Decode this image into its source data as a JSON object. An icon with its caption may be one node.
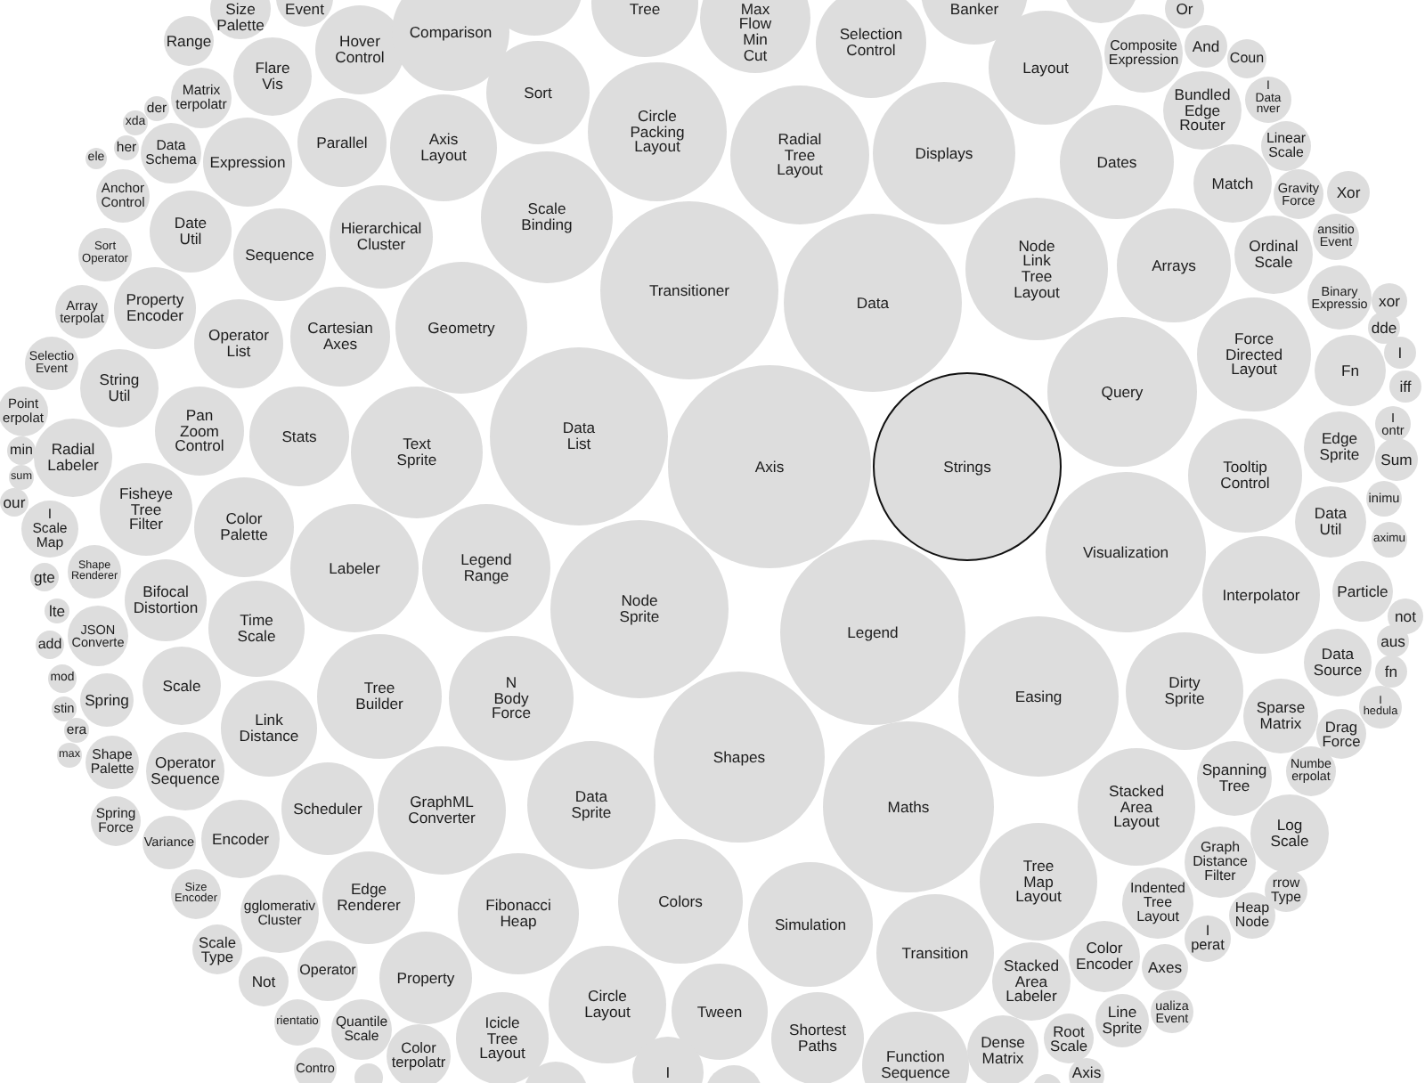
{
  "diagram": {
    "nodes": [
      {
        "text": [
          "Size Palette"
        ]
      },
      {
        "text": [
          "Event"
        ]
      },
      {
        "text": [
          "Hover Control"
        ]
      },
      {
        "text": [
          "Comparison"
        ]
      },
      {
        "text": [],
        "shape": "circle"
      },
      {
        "text": [
          "Tree"
        ]
      },
      {
        "text": [
          "Max Flow Min Cut"
        ]
      },
      {
        "text": [
          "Selection Control"
        ]
      },
      {
        "text": [
          "Banker"
        ]
      },
      {
        "text": [],
        "shape": "circle"
      },
      {
        "text": [
          "Or"
        ]
      },
      {
        "text": [
          "Range"
        ]
      },
      {
        "text": [
          "Composite Expression"
        ]
      },
      {
        "text": [
          "And"
        ]
      },
      {
        "text": [
          "Coun"
        ]
      },
      {
        "text": [
          "Layout"
        ]
      },
      {
        "text": [
          "Flare Vis"
        ]
      },
      {
        "text": [
          "Sort"
        ]
      },
      {
        "text": [
          "Matrix terpolatr"
        ]
      },
      {
        "text": [
          "I Data nver"
        ]
      },
      {
        "text": [
          "der"
        ]
      },
      {
        "text": [
          "Bundled Edge Router"
        ]
      },
      {
        "text": [
          "xda"
        ]
      },
      {
        "text": [
          "Circle Packing Layout"
        ]
      },
      {
        "text": [
          "Parallel"
        ]
      },
      {
        "text": [
          "Axis Layout"
        ]
      },
      {
        "text": [
          "her"
        ]
      },
      {
        "text": [
          "Linear Scale"
        ]
      },
      {
        "text": [
          "ele"
        ]
      },
      {
        "text": [
          "Data Schema"
        ]
      },
      {
        "text": [
          "Displays"
        ]
      },
      {
        "text": [
          "Radial Tree Layout"
        ]
      },
      {
        "text": [
          "Expression"
        ]
      },
      {
        "text": [
          "Dates"
        ]
      },
      {
        "text": [
          "Match"
        ]
      },
      {
        "text": [
          "Xor"
        ]
      },
      {
        "text": [
          "Gravity Force"
        ]
      },
      {
        "text": [
          "Anchor Control"
        ]
      },
      {
        "text": [
          "Scale Binding"
        ]
      },
      {
        "text": [
          "Date Util"
        ]
      },
      {
        "text": [
          "Hierarchical Cluster"
        ]
      },
      {
        "text": [
          "ansitio Event"
        ]
      },
      {
        "text": [
          "Sort Operator"
        ]
      },
      {
        "text": [
          "Sequence"
        ]
      },
      {
        "text": [
          "Ordinal Scale"
        ]
      },
      {
        "text": [
          "Arrays"
        ]
      },
      {
        "text": [
          "Node Link Tree Layout"
        ]
      },
      {
        "text": [
          "Transitioner"
        ]
      },
      {
        "text": [
          "Binary Expressio"
        ]
      },
      {
        "text": [
          "xor"
        ]
      },
      {
        "text": [
          "Data"
        ]
      },
      {
        "text": [
          "Property Encoder"
        ]
      },
      {
        "text": [
          "Array terpolat"
        ]
      },
      {
        "text": [
          "Geometry"
        ]
      },
      {
        "text": [
          "dde"
        ]
      },
      {
        "text": [
          "Cartesian Axes"
        ]
      },
      {
        "text": [
          "Operator List"
        ]
      },
      {
        "text": [
          "I"
        ]
      },
      {
        "text": [
          "Force Directed Layout"
        ]
      },
      {
        "text": [
          "Selectio Event"
        ]
      },
      {
        "text": [
          "Fn"
        ]
      },
      {
        "text": [
          "iff"
        ]
      },
      {
        "text": [
          "String Util"
        ]
      },
      {
        "text": [
          "Query"
        ]
      },
      {
        "text": [
          "Point erpolat"
        ]
      },
      {
        "text": [
          "I ontr"
        ]
      },
      {
        "text": [
          "Pan Zoom Control"
        ]
      },
      {
        "text": [
          "Data List"
        ]
      },
      {
        "text": [
          "Stats"
        ]
      },
      {
        "text": [
          "Edge Sprite"
        ]
      },
      {
        "text": [
          "min"
        ]
      },
      {
        "text": [
          "Text Sprite"
        ]
      },
      {
        "text": [
          "Radial Labeler"
        ]
      },
      {
        "text": [
          "Sum"
        ]
      },
      {
        "text": [
          "Axis"
        ]
      },
      {
        "text": [
          "Strings"
        ]
      },
      {
        "text": [
          "Tooltip Control"
        ]
      },
      {
        "text": [
          "sum"
        ]
      },
      {
        "text": [
          "inimu"
        ]
      },
      {
        "text": [
          "our"
        ]
      },
      {
        "text": [
          "Fisheye Tree Filter"
        ]
      },
      {
        "text": [
          "Data Util"
        ]
      },
      {
        "text": [
          "Color Palette"
        ]
      },
      {
        "text": [
          "I Scale Map"
        ]
      },
      {
        "text": [
          "aximu"
        ]
      },
      {
        "text": [
          "Visualization"
        ]
      },
      {
        "text": [
          "Labeler"
        ]
      },
      {
        "text": [
          "Legend Range"
        ]
      },
      {
        "text": [
          "Shape Renderer"
        ]
      },
      {
        "text": [
          "gte"
        ]
      },
      {
        "text": [
          "Particle"
        ]
      },
      {
        "text": [
          "Interpolator"
        ]
      },
      {
        "text": [
          "Bifocal Distortion"
        ]
      },
      {
        "text": [
          "Node Sprite"
        ]
      },
      {
        "text": [
          "lte"
        ]
      },
      {
        "text": [
          "not"
        ]
      },
      {
        "text": [
          "Time Scale"
        ]
      },
      {
        "text": [
          "Legend"
        ]
      },
      {
        "text": [
          "JSON Converte"
        ]
      },
      {
        "text": [
          "aus"
        ]
      },
      {
        "text": [
          "add"
        ]
      },
      {
        "text": [
          "Data Source"
        ]
      },
      {
        "text": [
          "fn"
        ]
      },
      {
        "text": [
          "mod"
        ]
      },
      {
        "text": [
          "Scale"
        ]
      },
      {
        "text": [
          "Dirty Sprite"
        ]
      },
      {
        "text": [
          "Easing"
        ]
      },
      {
        "text": [
          "Tree Builder"
        ]
      },
      {
        "text": [
          "N Body Force"
        ]
      },
      {
        "text": [
          "Spring"
        ]
      },
      {
        "text": [
          "I hedula"
        ]
      },
      {
        "text": [
          "stin"
        ]
      },
      {
        "text": [
          "Sparse Matrix"
        ]
      },
      {
        "text": [
          "Link Distance"
        ]
      },
      {
        "text": [
          "era"
        ]
      },
      {
        "text": [
          "Drag Force"
        ]
      },
      {
        "text": [
          "max"
        ]
      },
      {
        "text": [
          "Shapes"
        ]
      },
      {
        "text": [
          "Shape Palette"
        ]
      },
      {
        "text": [
          "Operator Sequence"
        ]
      },
      {
        "text": [
          "Numbe erpolat"
        ]
      },
      {
        "text": [
          "Spanning Tree"
        ]
      },
      {
        "text": [
          "Data Sprite"
        ]
      },
      {
        "text": [
          "Maths"
        ]
      },
      {
        "text": [
          "Stacked Area Layout"
        ]
      },
      {
        "text": [
          "Scheduler"
        ]
      },
      {
        "text": [
          "GraphML Converter"
        ]
      },
      {
        "text": [
          "Spring Force"
        ]
      },
      {
        "text": [
          "Log Scale"
        ]
      },
      {
        "text": [
          "Encoder"
        ]
      },
      {
        "text": [
          "Variance"
        ]
      },
      {
        "text": [
          "Graph Distance Filter"
        ]
      },
      {
        "text": [
          "Tree Map Layout"
        ]
      },
      {
        "text": [
          "rrow Type"
        ]
      },
      {
        "text": [
          "Size Encoder"
        ]
      },
      {
        "text": [
          "Edge Renderer"
        ]
      },
      {
        "text": [
          "Colors"
        ]
      },
      {
        "text": [
          "Indented Tree Layout"
        ]
      },
      {
        "text": [
          "Fibonacci Heap"
        ]
      },
      {
        "text": [
          "gglomerativ Cluster"
        ]
      },
      {
        "text": [
          "Heap Node"
        ]
      },
      {
        "text": [
          "Simulation"
        ]
      },
      {
        "text": [
          "I perat"
        ]
      },
      {
        "text": [
          "Scale Type"
        ]
      },
      {
        "text": [
          "Transition"
        ]
      },
      {
        "text": [
          "Color Encoder"
        ]
      },
      {
        "text": [
          "Axes"
        ]
      },
      {
        "text": [
          "Operator"
        ]
      },
      {
        "text": [
          "Property"
        ]
      },
      {
        "text": [
          "Not"
        ]
      },
      {
        "text": [
          "Stacked Area Labeler"
        ]
      },
      {
        "text": [
          "Circle Layout"
        ]
      },
      {
        "text": [
          "Tween"
        ]
      },
      {
        "text": [
          "ualiza Event"
        ]
      },
      {
        "text": [
          "Line Sprite"
        ]
      },
      {
        "text": [
          "rientatio"
        ]
      },
      {
        "text": [
          "Quantile Scale"
        ]
      },
      {
        "text": [
          "Icicle Tree Layout"
        ]
      },
      {
        "text": [
          "Shortest Paths"
        ]
      },
      {
        "text": [
          "Root Scale"
        ]
      },
      {
        "text": [
          "Dense Matrix"
        ]
      },
      {
        "text": [
          "Color terpolatr"
        ]
      },
      {
        "text": [
          "Function Sequence"
        ]
      },
      {
        "text": [
          "Contro"
        ]
      },
      {
        "text": [
          "I"
        ]
      },
      {
        "text": [
          "Axis"
        ]
      },
      {
        "text": [],
        "shape": "circle"
      },
      {
        "text": [],
        "shape": "circle"
      },
      {
        "text": [],
        "shape": "circle"
      },
      {
        "text": [],
        "shape": "circle"
      }
    ]
  }
}
